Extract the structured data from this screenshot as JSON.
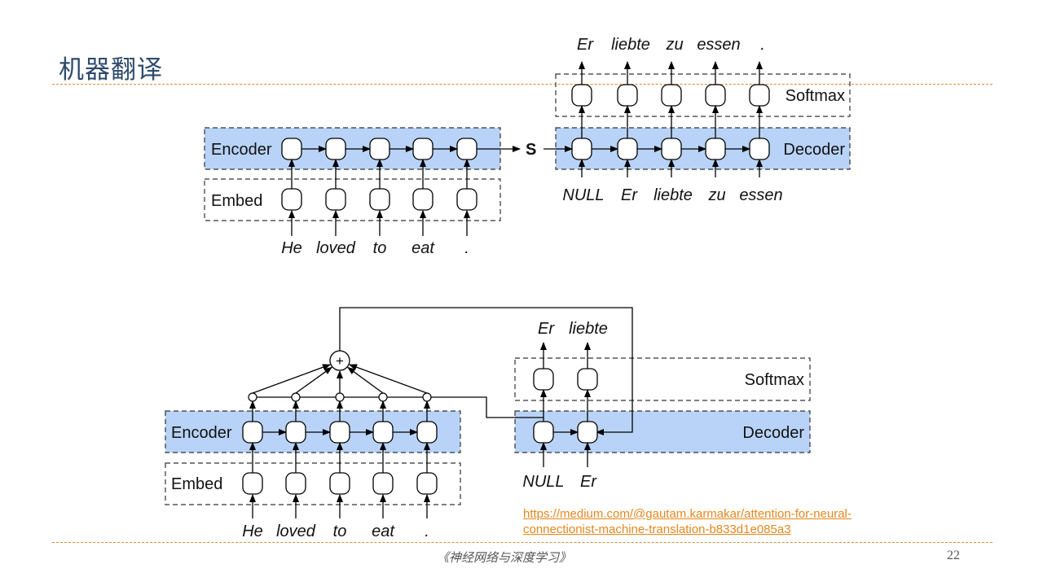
{
  "slide": {
    "title": "机器翻译",
    "footer": "《神经网络与深度学习》",
    "page_number": "22",
    "link_lines": [
      "https://medium.com/@gautam.karmakar/attention-for-neural-",
      "connectionist-machine-translation-b833d1e085a3"
    ],
    "colors": {
      "title": "#2e4a6e",
      "accent_line": "#d98a3c",
      "link": "#e5871d",
      "layer_fill": "#b8d3f7"
    }
  },
  "diagram_top": {
    "encoder_label": "Encoder",
    "embed_label": "Embed",
    "decoder_label": "Decoder",
    "softmax_label": "Softmax",
    "state_label": "S",
    "source_words": [
      "He",
      "loved",
      "to",
      "eat",
      "."
    ],
    "decoder_inputs": [
      "NULL",
      "Er",
      "liebte",
      "zu",
      "essen"
    ],
    "decoder_outputs": [
      "Er",
      "liebte",
      "zu",
      "essen",
      "."
    ]
  },
  "diagram_bottom": {
    "encoder_label": "Encoder",
    "embed_label": "Embed",
    "decoder_label": "Decoder",
    "softmax_label": "Softmax",
    "sum_symbol": "+",
    "source_words": [
      "He",
      "loved",
      "to",
      "eat",
      "."
    ],
    "decoder_inputs": [
      "NULL",
      "Er"
    ],
    "decoder_outputs": [
      "Er",
      "liebte"
    ]
  }
}
